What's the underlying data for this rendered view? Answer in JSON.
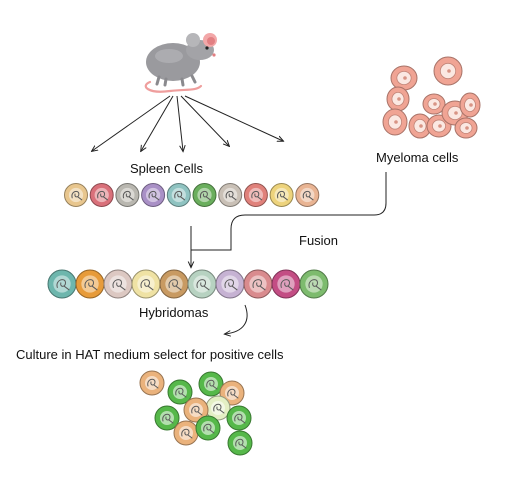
{
  "labels": {
    "spleen_cells": "Spleen Cells",
    "myeloma_cells": "Myeloma cells",
    "fusion": "Fusion",
    "hybridomas": "Hybridomas",
    "culture": "Culture in HAT medium select for positive cells"
  },
  "colors": {
    "spleen_row": [
      "#e8c68e",
      "#d9707a",
      "#b9b7b0",
      "#a990c6",
      "#8fc3c1",
      "#6aae5d",
      "#c9c0b6",
      "#e0817b",
      "#edd37c",
      "#e9b493"
    ],
    "hybridoma_row": [
      "#6db6ad",
      "#e79b3a",
      "#dcc8c2",
      "#efe2a4",
      "#c89a62",
      "#b7d2c1",
      "#c6b2d3",
      "#d98b8e",
      "#c34d84",
      "#7dbb6e"
    ],
    "myeloma": "#f0a494",
    "myeloma_nucleus": "#fbe8e2",
    "culture_green": "#56b84a",
    "culture_orange": "#eab27c",
    "culture_pale": "#e4efc4",
    "mouse_body": "#9a9a9e",
    "mouse_ear": "#f2a7a8",
    "mouse_tail": "#ef9e9d"
  },
  "icons": {
    "mouse": "mouse-icon",
    "spleen_cell": "spleen-cell-icon",
    "myeloma_cell": "myeloma-cell-icon",
    "hybridoma_cell": "hybridoma-cell-icon",
    "culture_cell": "culture-cell-icon"
  }
}
